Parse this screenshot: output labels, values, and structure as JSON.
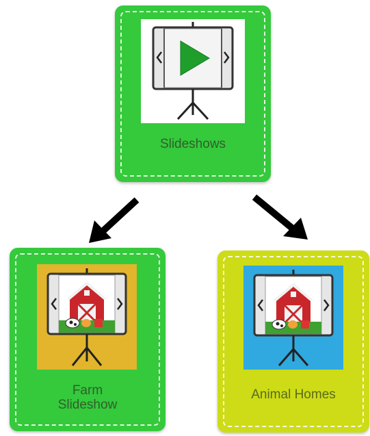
{
  "tiles": {
    "slideshows": {
      "label": "Slideshows",
      "color": "#35c93c",
      "icon": "presentation-play-icon"
    },
    "farm": {
      "label_line1": "Farm",
      "label_line2": "Slideshow",
      "color": "#35c93c",
      "image_background": "#e2b52c",
      "icon": "barn-slideshow-icon"
    },
    "animal_homes": {
      "label": "Animal Homes",
      "color": "#cddc16",
      "image_background": "#2fa9df",
      "icon": "barn-slideshow-icon"
    }
  },
  "arrows": {
    "color": "#000000",
    "icon": "arrow-down-icon"
  }
}
